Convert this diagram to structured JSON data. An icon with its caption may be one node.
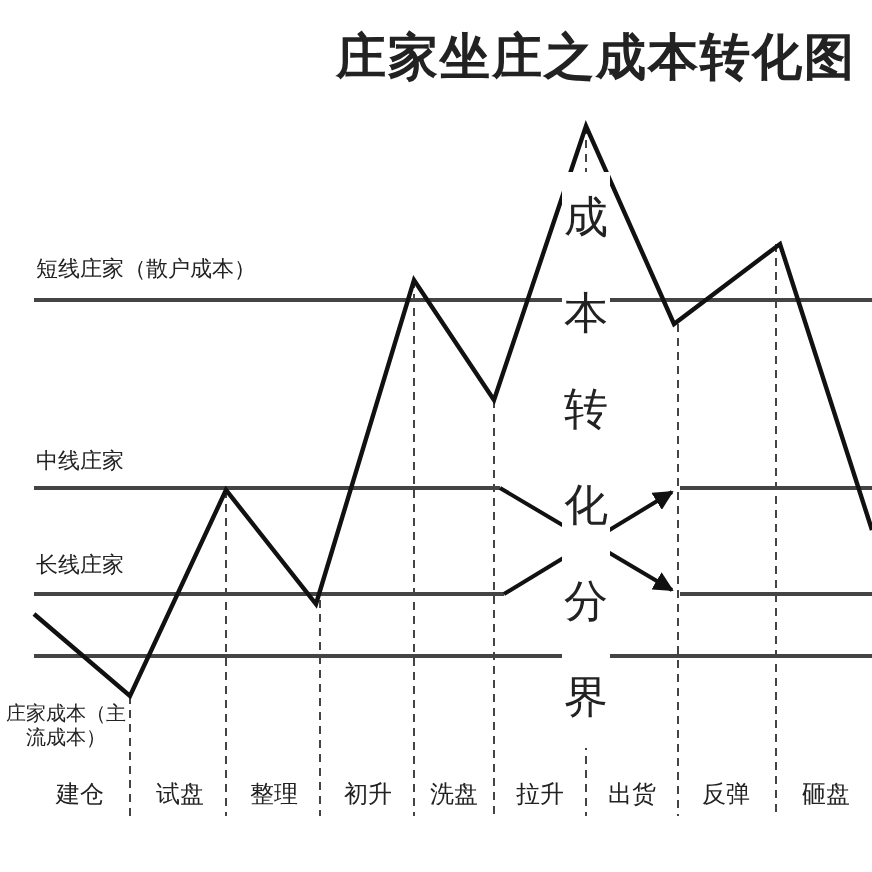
{
  "diagram": {
    "title": "庄家坐庄之成本转化图",
    "labels": [
      "短线庄家（散户成本）",
      "中线庄家",
      "长线庄家",
      "庄家成本（主流成本）",
      "建仓",
      "试盘",
      "整理",
      "初升",
      "洗盘",
      "拉升",
      "出货",
      "反弹",
      "砸盘",
      "成本转化分界"
    ]
  }
}
